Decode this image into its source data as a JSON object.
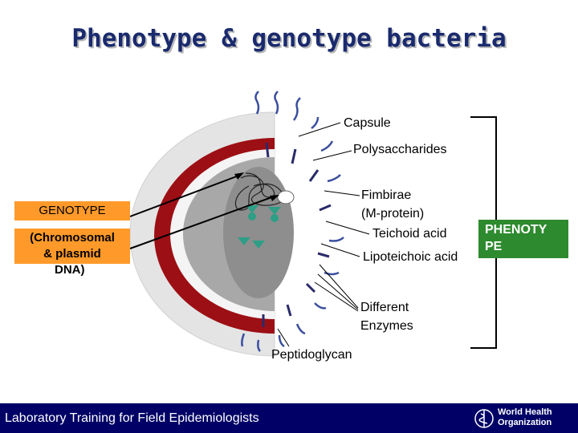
{
  "title": "Phenotype & genotype bacteria",
  "labels": {
    "capsule": "Capsule",
    "polysaccharides": "Polysaccharides",
    "fimbirae": "Fimbirae",
    "m_protein": "(M-protein)",
    "teichoid": "Teichoid acid",
    "lipoteichoic": "Lipoteichoic acid",
    "different": "Different",
    "enzymes": "Enzymes",
    "peptidoglycan": "Peptidoglycan"
  },
  "genotype": {
    "title": "GENOTYPE",
    "line1": "(Chromosomal",
    "line2": "& plasmid",
    "line3": "DNA)"
  },
  "phenotype": {
    "line1": "PHENOTY",
    "line2": "PE"
  },
  "footer": {
    "text": "Laboratory Training for Field Epidemiologists",
    "logo_line1": "World Health",
    "logo_line2": "Organization"
  }
}
